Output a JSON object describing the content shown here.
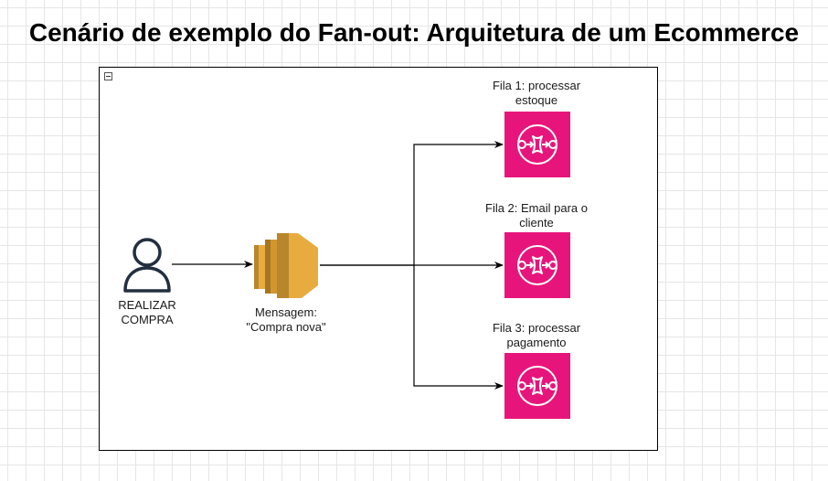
{
  "title": "Cenário de exemplo do Fan-out: Arquitetura de um Ecommerce",
  "user": {
    "label_line1": "REALIZAR",
    "label_line2": "COMPRA",
    "icon": "user-icon"
  },
  "topic": {
    "label_line1": "Mensagem:",
    "label_line2": "\"Compra nova\"",
    "icon": "sns-topic-icon"
  },
  "queues": [
    {
      "label_line1": "Fila 1: processar",
      "label_line2": "estoque",
      "icon": "sqs-queue-icon"
    },
    {
      "label_line1": "Fila 2: Email para o",
      "label_line2": "cliente",
      "icon": "sqs-queue-icon"
    },
    {
      "label_line1": "Fila 3: processar",
      "label_line2": "pagamento",
      "icon": "sqs-queue-icon"
    }
  ],
  "colors": {
    "queue": "#e7157b",
    "topic_light": "#e8ab3f",
    "topic_dark": "#b8862d",
    "grid": "#e6e6e6",
    "line": "#000000"
  }
}
